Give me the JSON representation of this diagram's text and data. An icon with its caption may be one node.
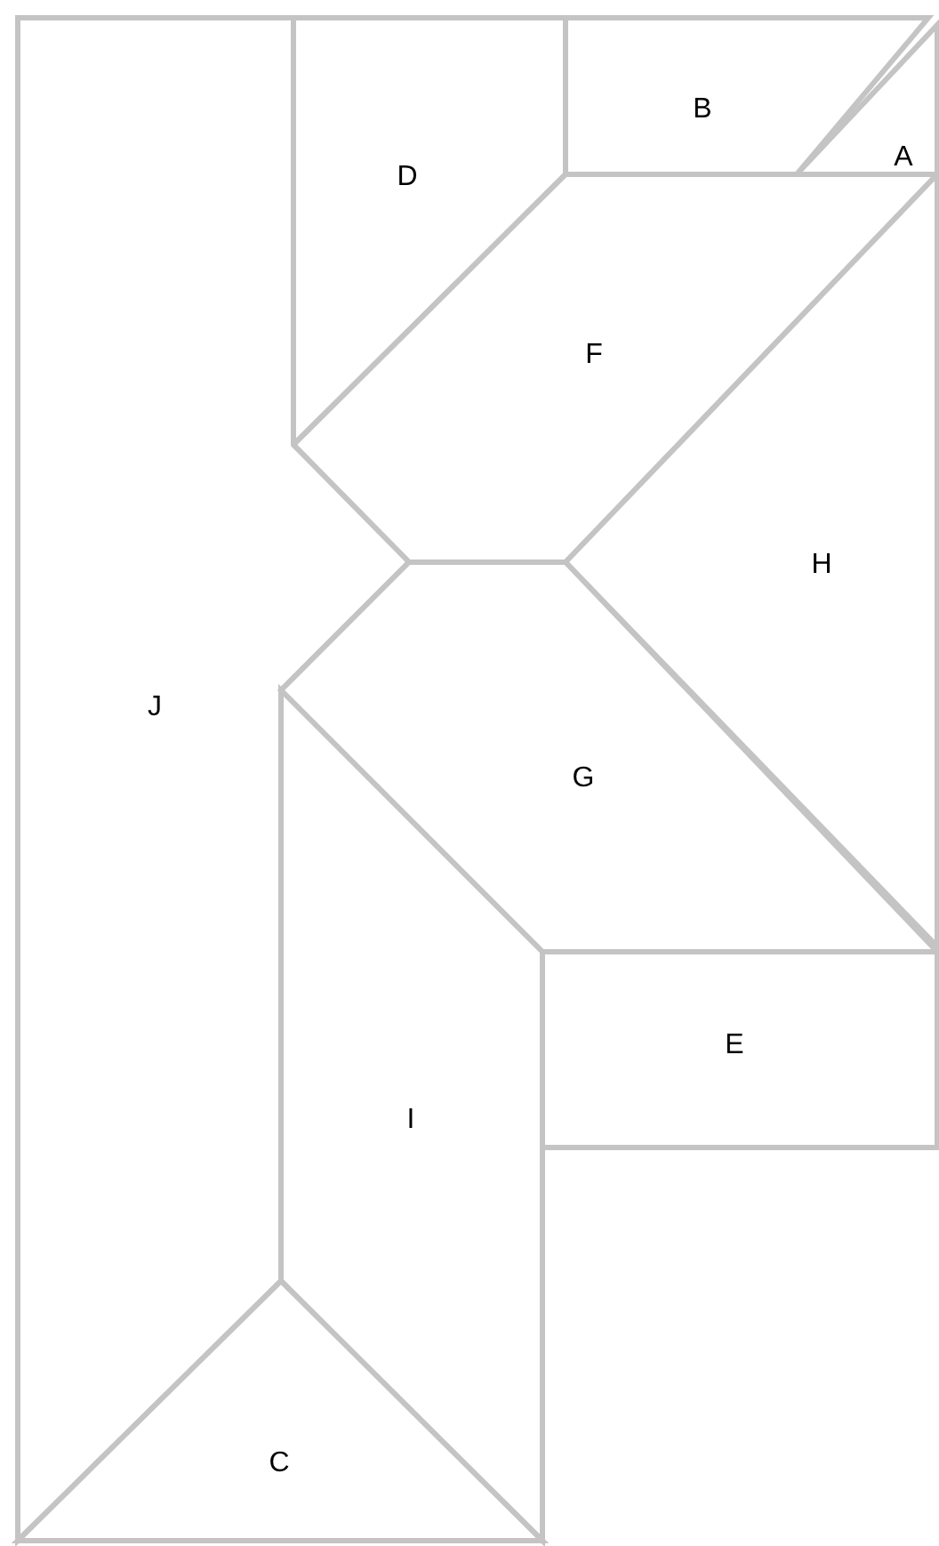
{
  "diagram": {
    "nodes": [
      {
        "text": [
          "B"
        ]
      },
      {
        "text": [
          "A"
        ]
      },
      {
        "text": [
          "D"
        ]
      },
      {
        "text": [
          "F"
        ]
      },
      {
        "text": [
          "H"
        ]
      },
      {
        "text": [
          "J"
        ]
      },
      {
        "text": [
          "G"
        ]
      },
      {
        "text": [
          "E"
        ]
      },
      {
        "text": [
          "I"
        ]
      },
      {
        "text": [
          "C"
        ]
      }
    ]
  }
}
